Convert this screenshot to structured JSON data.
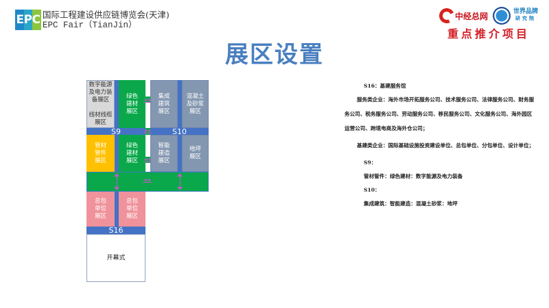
{
  "header": {
    "logo_text": "EPC",
    "title": "国际工程建设供应链博览会(天津)",
    "subtitle": "EPC Fair（TianJin）",
    "partner_logo_1": "中经总网",
    "partner_logo_2_line1": "世界品牌",
    "partner_logo_2_line2": "研究院",
    "featured_label": "重点推介项目"
  },
  "page_title": "展区设置",
  "floor_plan": {
    "zones": {
      "digital_energy": "数字能源\n及电力装\n备展区\n\n线材线缆\n展区",
      "green_building_1": "绿色\n建材\n展区",
      "integrated_building": "集成\n建筑\n展区",
      "concrete_mortar": "混凝土\n及砂浆\n展区",
      "pipe_fittings": "管材\n管件\n展区",
      "green_building_2": "绿色\n建材\n展区",
      "smart_construction": "智能\n建造\n展区",
      "flooring": "地坪\n展区",
      "general_contractor_1": "总包\n单位\n展区",
      "general_contractor_2": "总包\n单位\n展区",
      "opening_ceremony": "开幕式"
    },
    "lanes": {
      "s9": "S9",
      "s10": "S10",
      "s16": "S16"
    },
    "colors": {
      "lane_blue": "#4472c4",
      "green": "#0aa84a",
      "slate": "#8497b0",
      "yellow": "#ffc000",
      "pink": "#f0929b",
      "grey": "#d9d9d9",
      "arrow": "#c05ac9"
    }
  },
  "description": {
    "s16_heading": "S16：基建服务馆",
    "service_companies": "服务类企业：海外市场开拓服务公司、技术服务公司、法律服务公司、财务服务公司、税务服务公司、劳动服务公司、移民服务公司、文化服务公司、海外园区运营公司、跨境电商及海外仓公司；",
    "infrastructure_companies": "基建类企业：国际基础设施投资建设单位、总包单位、分包单位、设计单位；",
    "s9_heading": "S9：",
    "s9_content": "管材管件：绿色建材：数字能源及电力装备",
    "s10_heading": "S10：",
    "s10_content": "集成建筑：智能建造：混凝土砂浆：地坪"
  }
}
